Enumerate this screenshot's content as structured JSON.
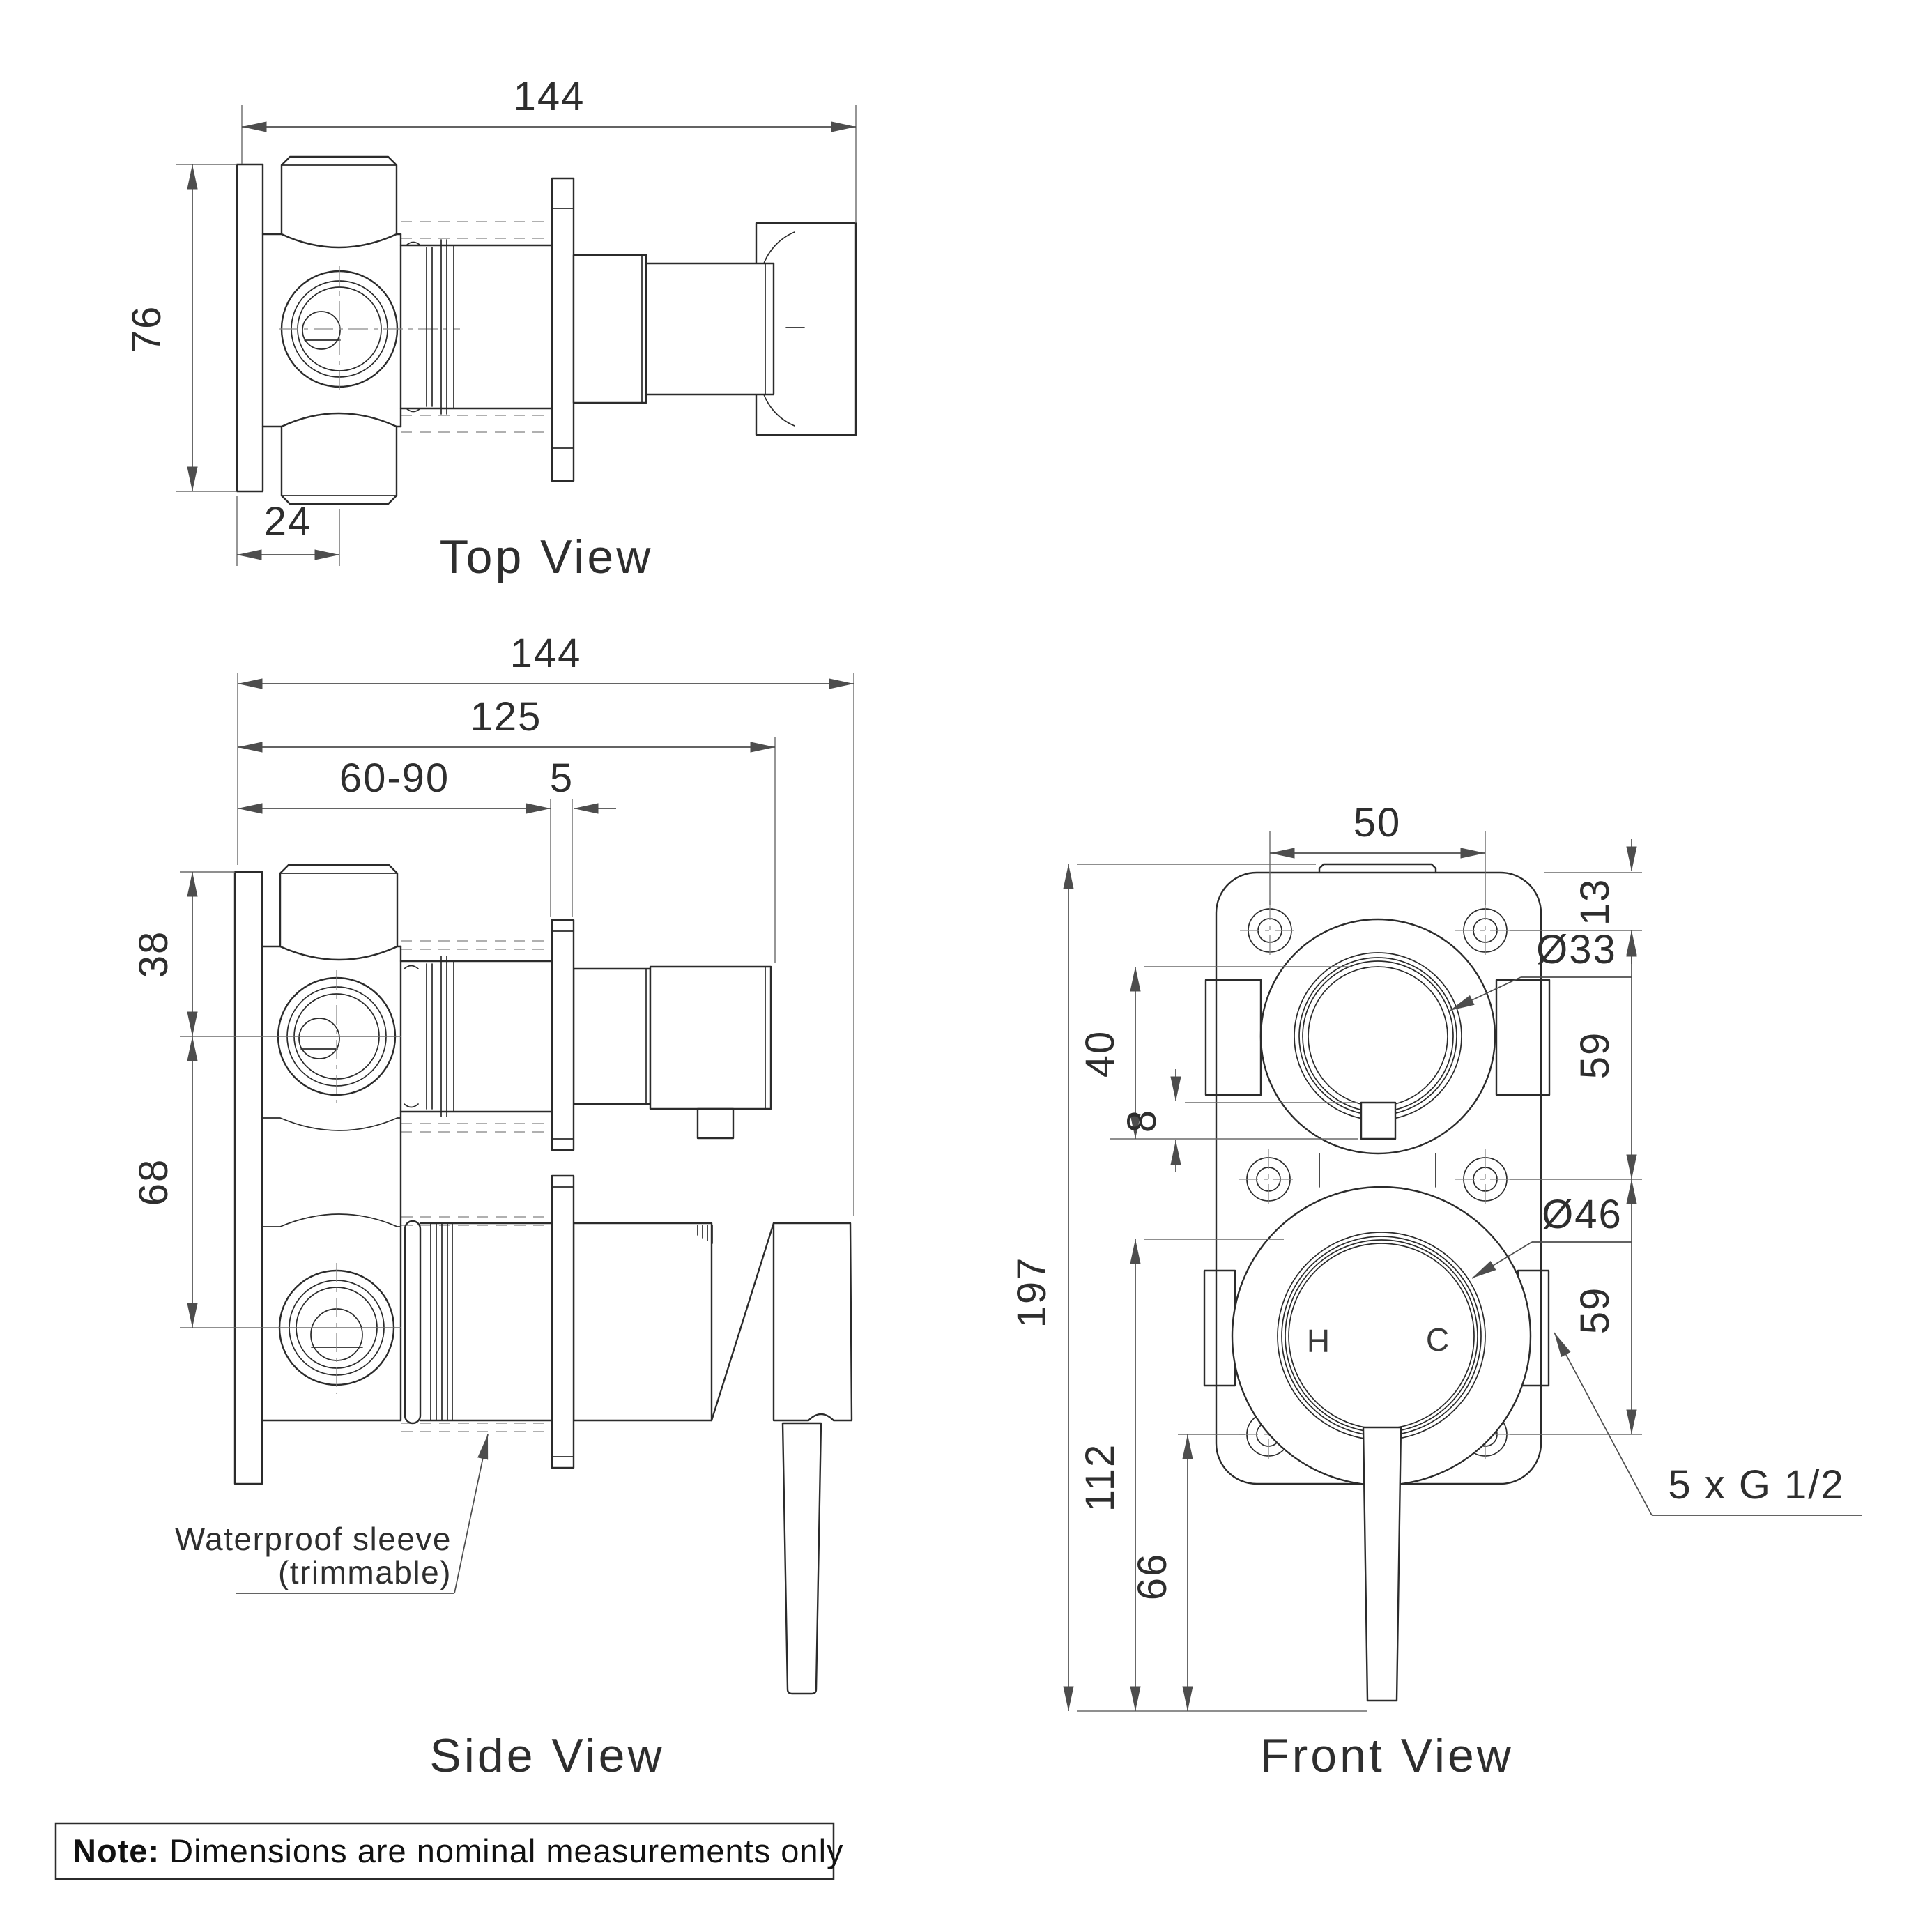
{
  "note": {
    "prefix": "Note:",
    "text": " Dimensions are nominal measurements only"
  },
  "views": {
    "top": {
      "label": "Top View",
      "dim_width": "144",
      "dim_height": "76",
      "dim_plate_offset": "24"
    },
    "side": {
      "label": "Side View",
      "dim_width": "144",
      "dim_body": "125",
      "dim_wall_range": "60-90",
      "dim_flange": "5",
      "dim_top_port": "38",
      "dim_port_spacing": "68",
      "callout_line1": "Waterproof sleeve",
      "callout_line2": "(trimmable)"
    },
    "front": {
      "label": "Front View",
      "dim_hole_spacing": "50",
      "dim_top_offset": "13",
      "dim_upper_spacing": "59",
      "dim_lower_spacing": "59",
      "dim_dial": "40",
      "dim_tab": "8",
      "dim_height": "197",
      "dim_lever": "112",
      "dim_bottom": "66",
      "dia_diverter": "Ø33",
      "dia_mixer": "Ø46",
      "thread_callout": "5 x G 1/2",
      "hot_label": "H",
      "cold_label": "C"
    }
  }
}
